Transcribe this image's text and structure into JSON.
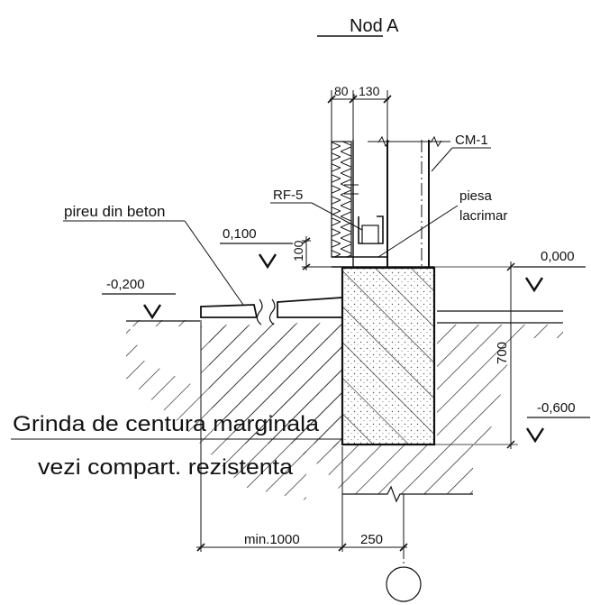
{
  "title": "Nod A",
  "labels": {
    "dim_80": "80",
    "dim_130": "130",
    "cm1": "CM-1",
    "rf5": "RF-5",
    "piesa_1": "piesa",
    "piesa_2": "lacrimar",
    "pireu": "pireu din beton",
    "level_0100": "0,100",
    "level_0000": "0,000",
    "level_m0200": "-0,200",
    "level_m0600": "-0,600",
    "dim_100": "100",
    "dim_700": "700",
    "grinda_1": "Grinda de centura marginala",
    "grinda_2": "vezi compart. rezistenta",
    "dim_min1000": "min.1000",
    "dim_250": "250"
  },
  "colors": {
    "line": "#111111",
    "concrete_dots": "#555555",
    "background": "#ffffff"
  }
}
